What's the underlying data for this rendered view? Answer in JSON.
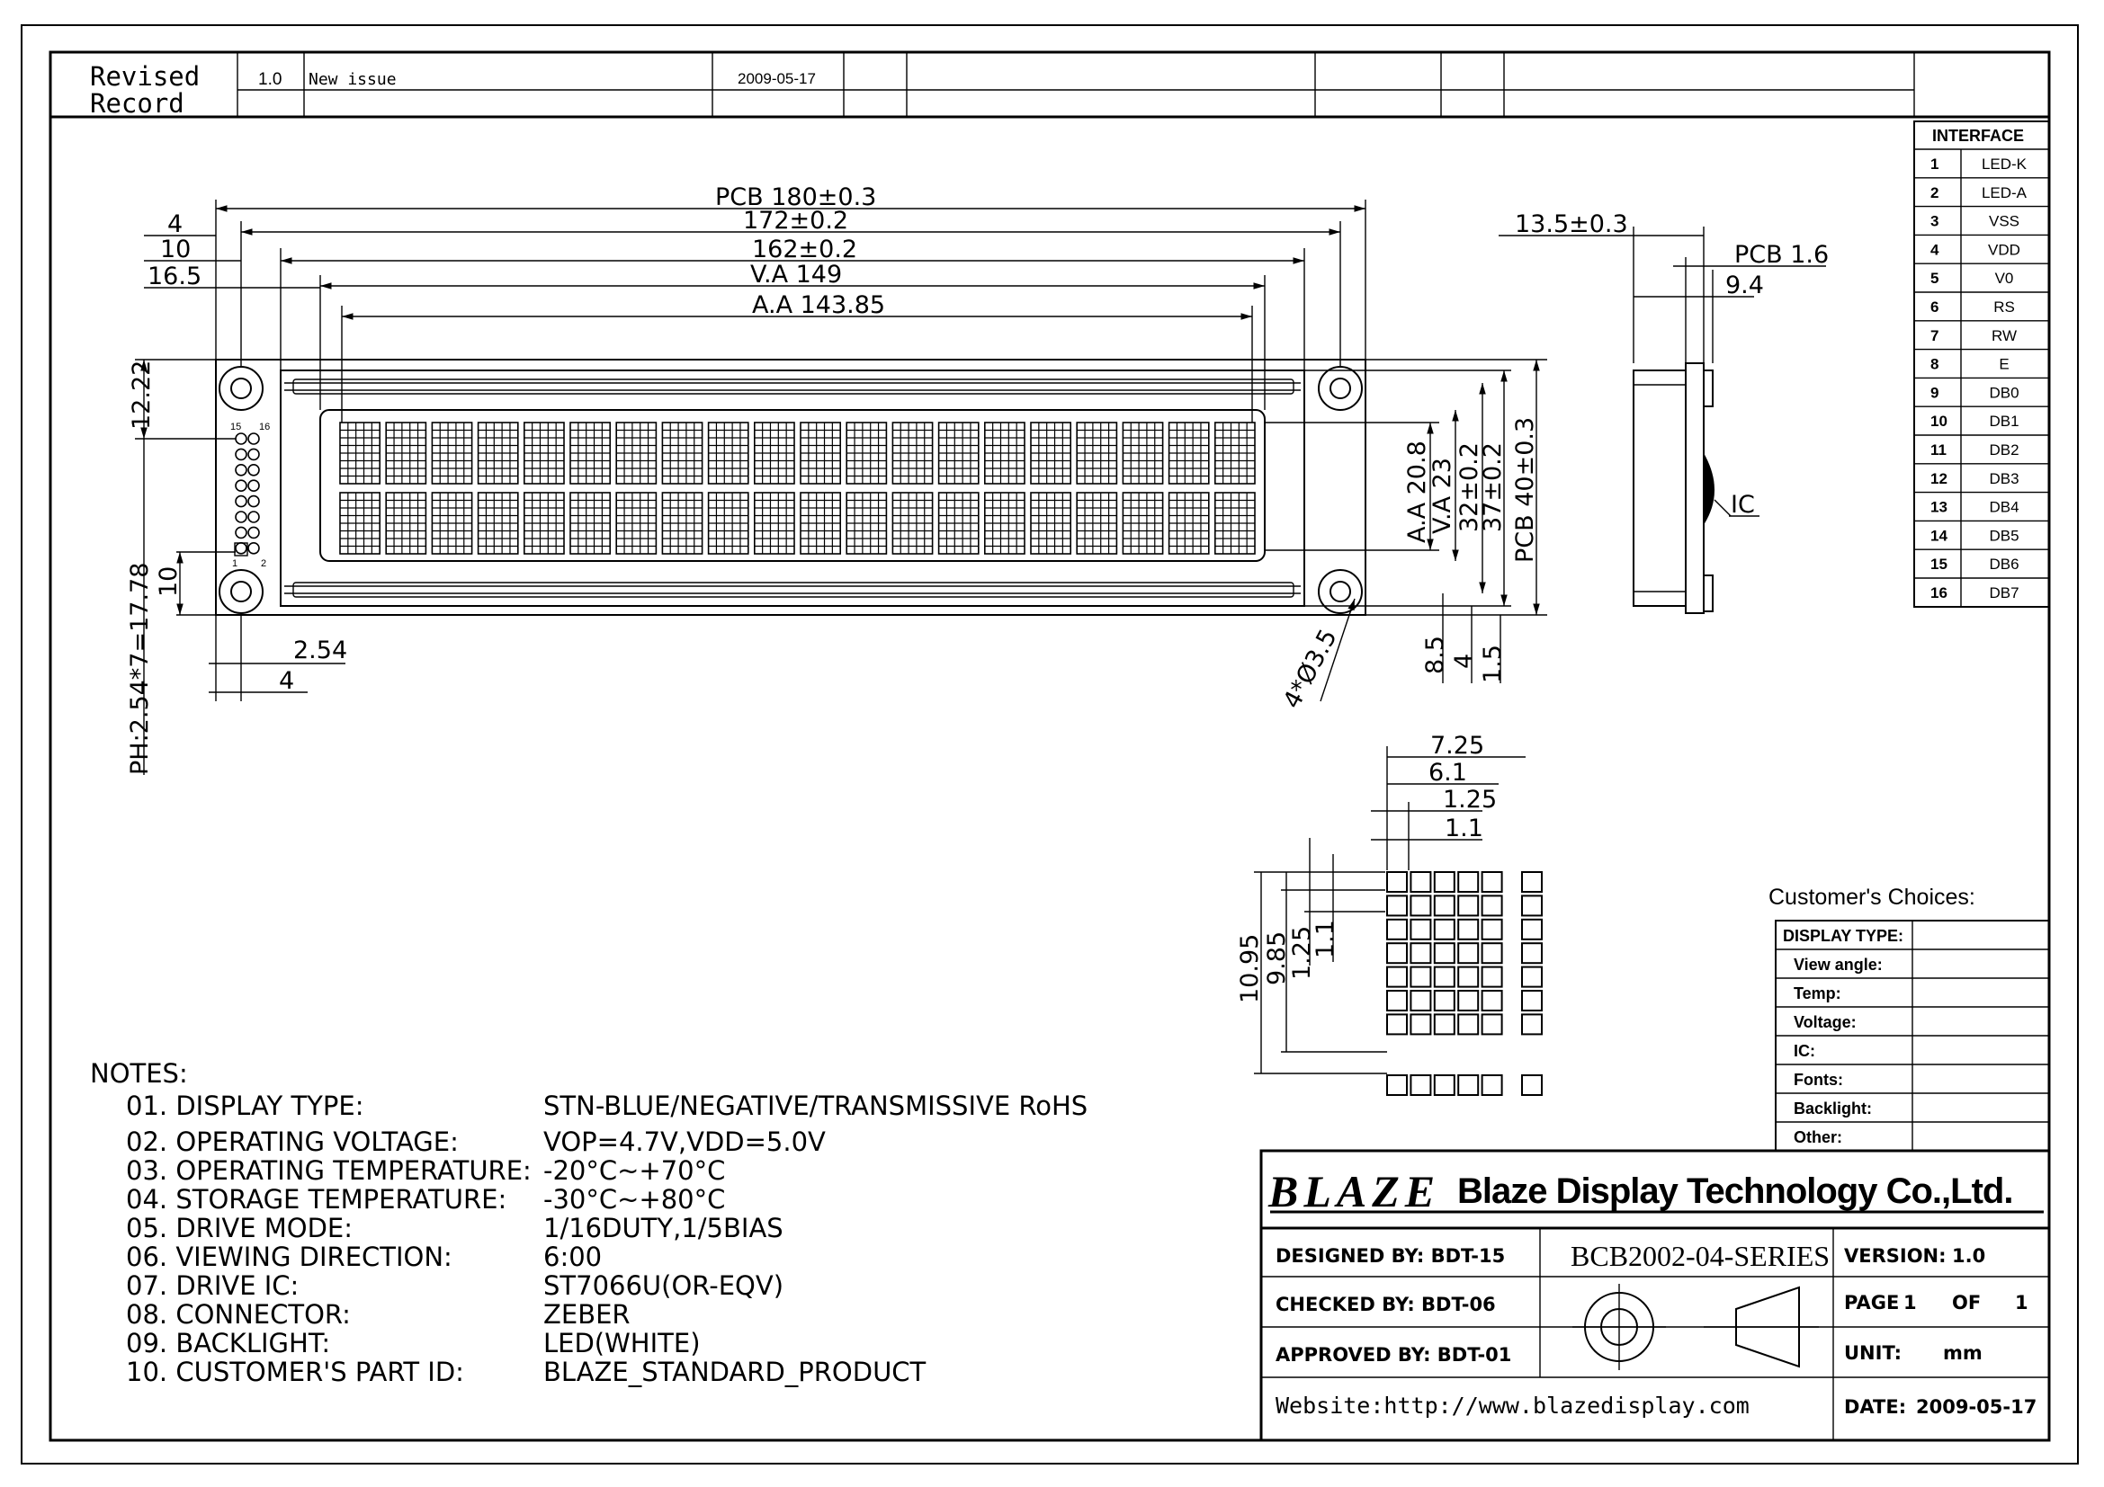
{
  "revision": {
    "label_line1": "Revised",
    "label_line2": "Record",
    "version": "1.0",
    "description": "New issue",
    "date": "2009-05-17"
  },
  "interface": {
    "title": "INTERFACE",
    "pins": [
      {
        "no": "1",
        "name": "LED-K"
      },
      {
        "no": "2",
        "name": "LED-A"
      },
      {
        "no": "3",
        "name": "VSS"
      },
      {
        "no": "4",
        "name": "VDD"
      },
      {
        "no": "5",
        "name": "V0"
      },
      {
        "no": "6",
        "name": "RS"
      },
      {
        "no": "7",
        "name": "RW"
      },
      {
        "no": "8",
        "name": "E"
      },
      {
        "no": "9",
        "name": "DB0"
      },
      {
        "no": "10",
        "name": "DB1"
      },
      {
        "no": "11",
        "name": "DB2"
      },
      {
        "no": "12",
        "name": "DB3"
      },
      {
        "no": "13",
        "name": "DB4"
      },
      {
        "no": "14",
        "name": "DB5"
      },
      {
        "no": "15",
        "name": "DB6"
      },
      {
        "no": "16",
        "name": "DB7"
      }
    ]
  },
  "front_view": {
    "dim_pcb_width": "PCB 180±0.3",
    "dim_172": "172±0.2",
    "dim_162": "162±0.2",
    "dim_va_width": "V.A 149",
    "dim_aa_width": "A.A 143.85",
    "dim_4": "4",
    "dim_10": "10",
    "dim_16_5": "16.5",
    "dim_12_22": "12.22",
    "dim_10_v": "10",
    "dim_pitch": "PH:2.54*7=17.78",
    "dim_2_54": "2.54",
    "dim_4_bottom": "4",
    "pin_label_15": "15",
    "pin_label_16": "16",
    "pin_label_1": "1",
    "pin_label_2": "2",
    "dim_aa_height": "A.A 20.8",
    "dim_va_height": "V.A 23",
    "dim_32": "32±0.2",
    "dim_37": "37±0.2",
    "dim_pcb_height": "PCB 40±0.3",
    "dim_8_5": "8.5",
    "dim_4_r": "4",
    "dim_1_5": "1.5",
    "dim_hole": "4*Ø3.5"
  },
  "side_view": {
    "dim_13_5": "13.5±0.3",
    "dim_pcb_thickness": "PCB 1.6",
    "dim_9_4": "9.4",
    "ic_label": "IC"
  },
  "dot_detail": {
    "dim_7_25": "7.25",
    "dim_6_1": "6.1",
    "dim_1_25": "1.25",
    "dim_1_1": "1.1",
    "dim_10_95": "10.95",
    "dim_9_85": "9.85",
    "dim_1_25_v": "1.25",
    "dim_1_1_v": "1.1"
  },
  "notes": {
    "heading": "NOTES:",
    "items": [
      {
        "label": "01. DISPLAY TYPE:",
        "value": "STN-BLUE/NEGATIVE/TRANSMISSIVE RoHS"
      },
      {
        "label": "02. OPERATING VOLTAGE:",
        "value": "VOP=4.7V,VDD=5.0V"
      },
      {
        "label": "03. OPERATING TEMPERATURE:",
        "value": "-20°C~+70°C"
      },
      {
        "label": "04. STORAGE TEMPERATURE:",
        "value": "-30°C~+80°C"
      },
      {
        "label": "05. DRIVE MODE:",
        "value": "1/16DUTY,1/5BIAS"
      },
      {
        "label": "06. VIEWING DIRECTION:",
        "value": "6:00"
      },
      {
        "label": "07. DRIVE IC:",
        "value": "ST7066U(OR-EQV)"
      },
      {
        "label": "08. CONNECTOR:",
        "value": "ZEBER"
      },
      {
        "label": "09. BACKLIGHT:",
        "value": "LED(WHITE)"
      },
      {
        "label": "10. CUSTOMER'S PART ID:",
        "value": "BLAZE_STANDARD_PRODUCT"
      }
    ]
  },
  "customer": {
    "title": "Customer's Choices:",
    "rows": [
      "DISPLAY TYPE:",
      "View angle:",
      "Temp:",
      "Voltage:",
      "IC:",
      "Fonts:",
      "Backlight:",
      "Other:"
    ]
  },
  "title_block": {
    "logo": "BLAZE",
    "company": "Blaze Display Technology Co.,Ltd.",
    "designed": "DESIGNED BY: BDT-15",
    "checked": "CHECKED BY: BDT-06",
    "approved": "APPROVED BY: BDT-01",
    "website": "Website:http://www.blazedisplay.com",
    "part_no": "BCB2002-04-SERIES",
    "version_label": "VERSION:",
    "version_value": "1.0",
    "page_label": "PAGE",
    "page_no": "1",
    "page_of": "OF",
    "page_total": "1",
    "unit_label": "UNIT:",
    "unit_value": "mm",
    "date_label": "DATE:",
    "date_value": "2009-05-17"
  }
}
